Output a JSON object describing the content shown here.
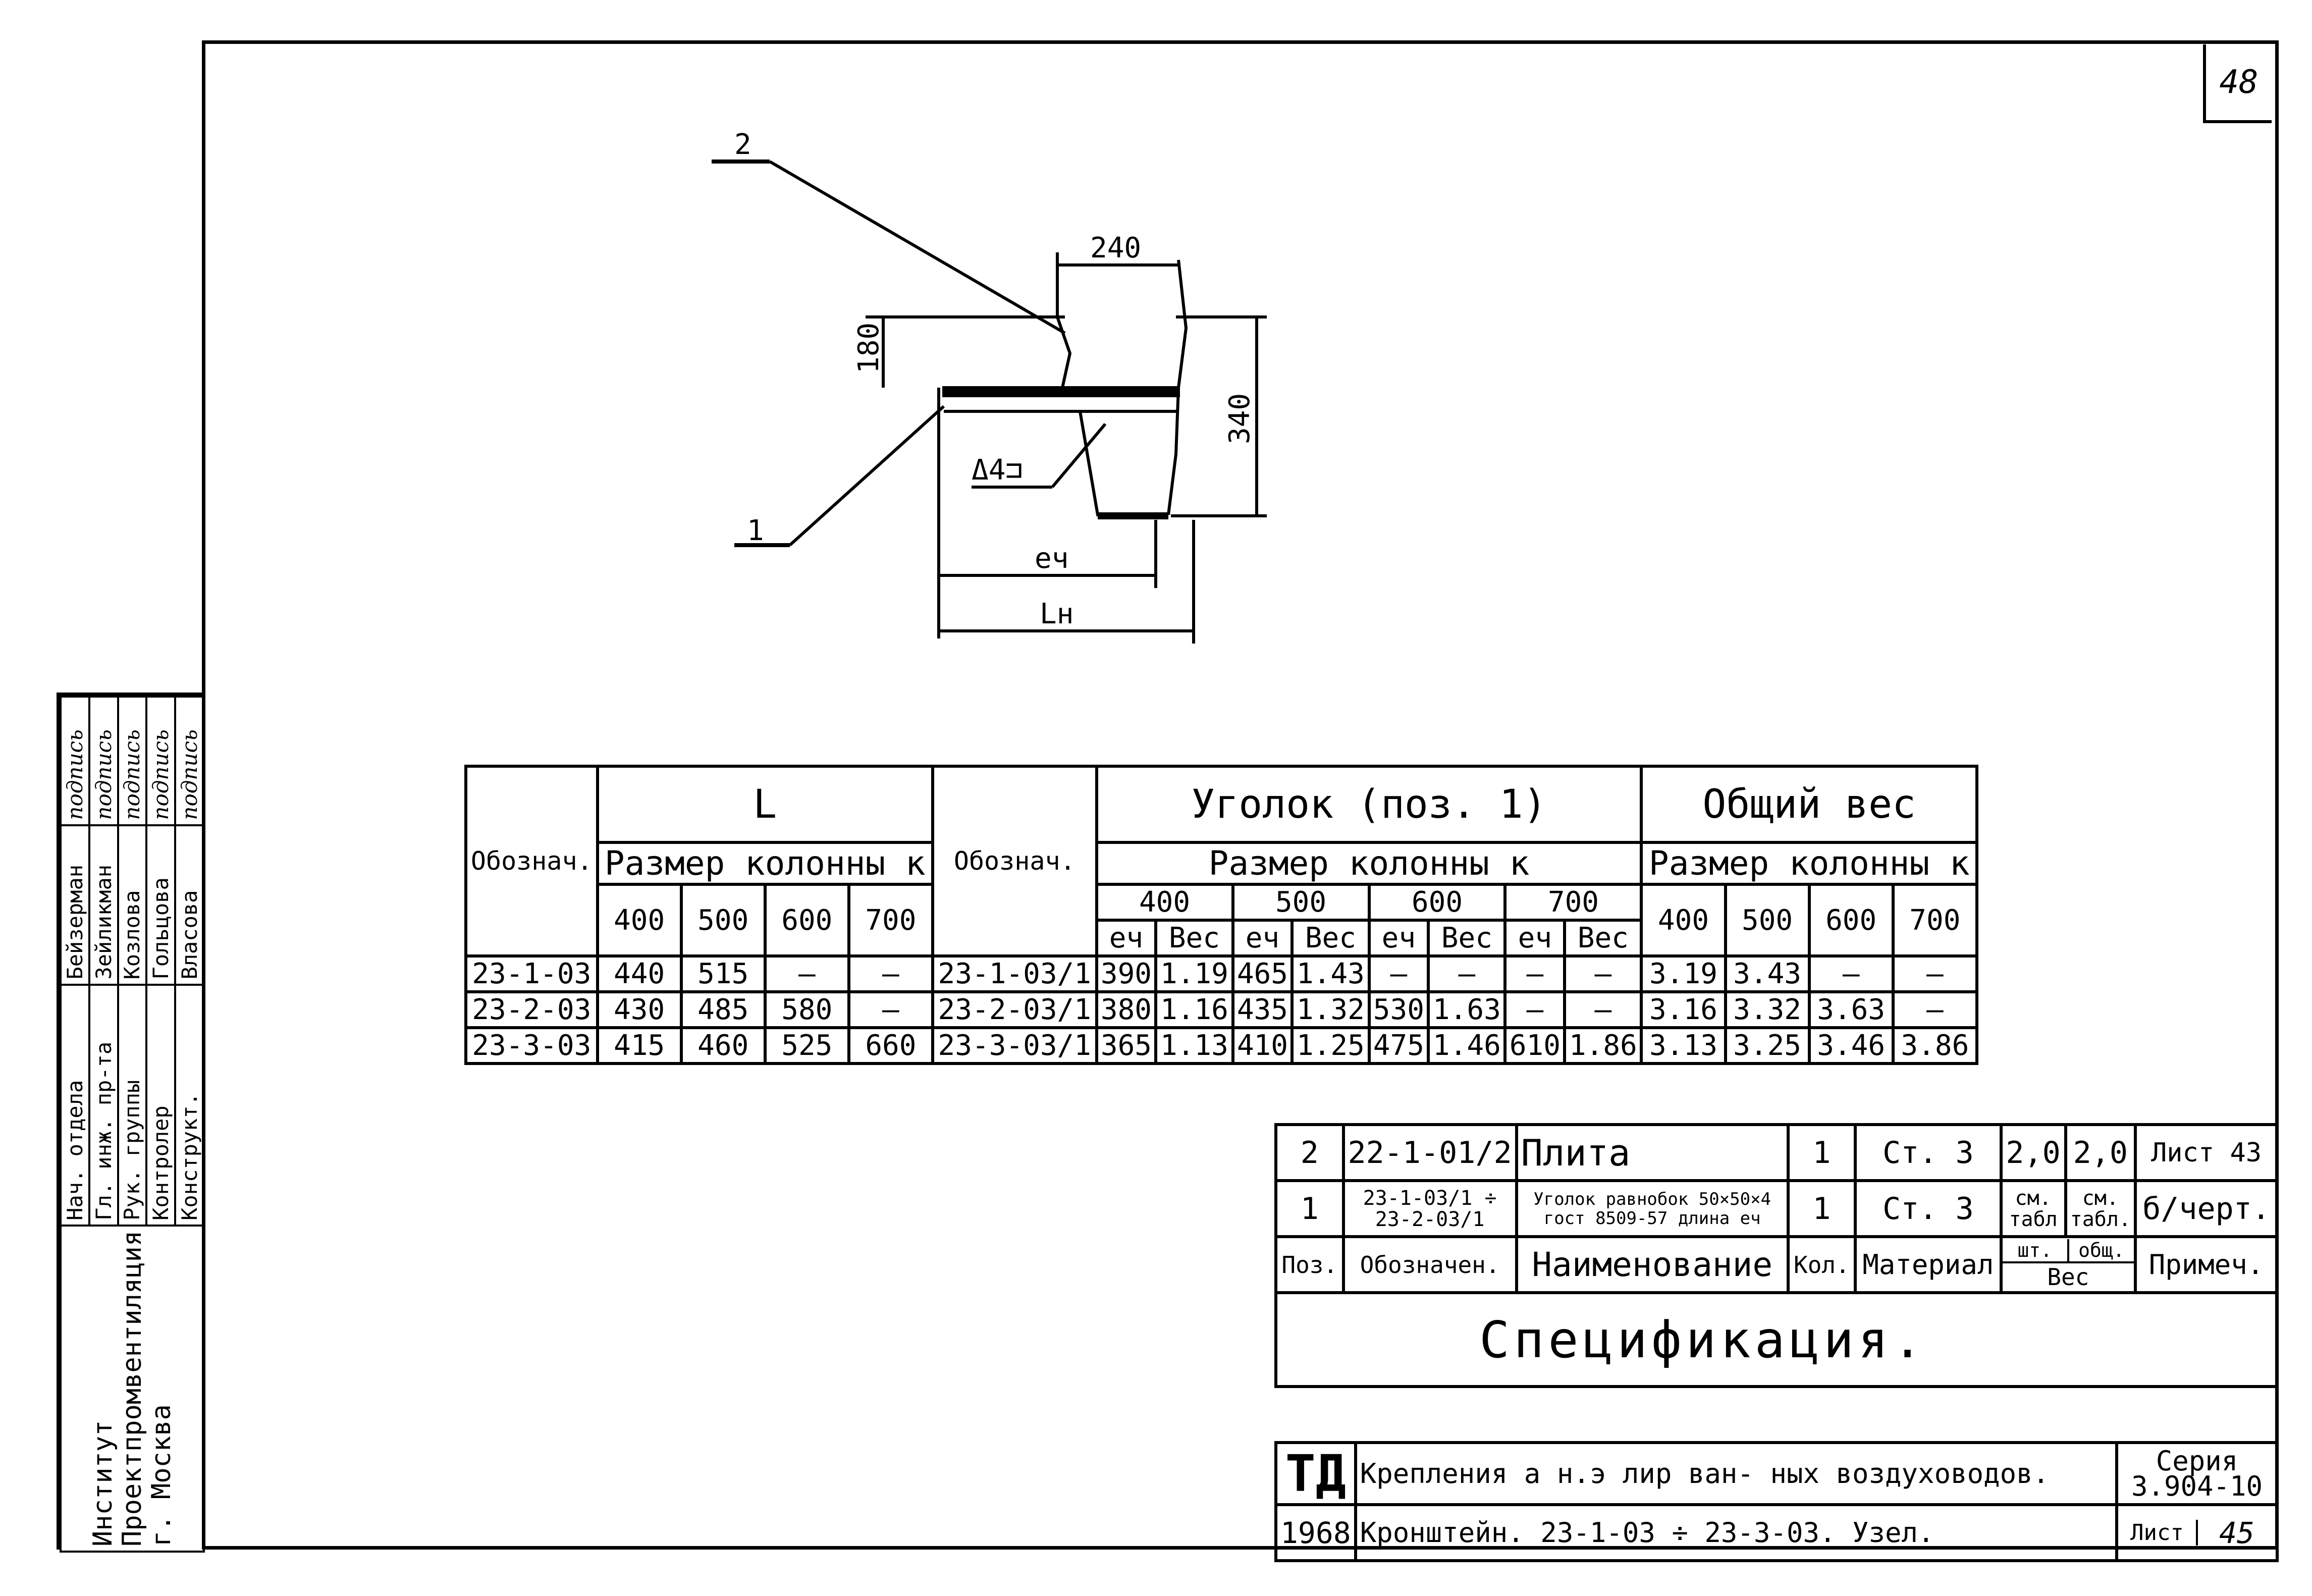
{
  "sheet_number": "48",
  "drawing": {
    "callout_top": "2",
    "callout_bottom": "1",
    "dim_top_width": "240",
    "dim_left_height": "180",
    "dim_right_height": "340",
    "weld_label": "Δ4⊐",
    "dim_ey": "eч",
    "dim_l": "Lн"
  },
  "main_table": {
    "h_designation": "Обознач.",
    "h_L": "L",
    "h_corner": "Уголок (поз. 1)",
    "h_total": "Общий вес",
    "h_col_size": "Размер колонны к",
    "h_col_size_sp": "Размер колонны к",
    "h_col_size_total": "Размер колонны к",
    "h_designation2": "Обознач.",
    "sizes": [
      "400",
      "500",
      "600",
      "700"
    ],
    "sub_ey": "eч",
    "sub_weight": "Вес",
    "rows": [
      {
        "des": "23-1-03",
        "L": [
          "440",
          "515",
          "—",
          "—"
        ],
        "des2": "23-1-03/1",
        "c400": [
          "390",
          "1.19"
        ],
        "c500": [
          "465",
          "1.43"
        ],
        "c600": [
          "—",
          "—"
        ],
        "c700": [
          "—",
          "—"
        ],
        "total": [
          "3.19",
          "3.43",
          "—",
          "—"
        ]
      },
      {
        "des": "23-2-03",
        "L": [
          "430",
          "485",
          "580",
          "—"
        ],
        "des2": "23-2-03/1",
        "c400": [
          "380",
          "1.16"
        ],
        "c500": [
          "435",
          "1.32"
        ],
        "c600": [
          "530",
          "1.63"
        ],
        "c700": [
          "—",
          "—"
        ],
        "total": [
          "3.16",
          "3.32",
          "3.63",
          "—"
        ]
      },
      {
        "des": "23-3-03",
        "L": [
          "415",
          "460",
          "525",
          "660"
        ],
        "des2": "23-3-03/1",
        "c400": [
          "365",
          "1.13"
        ],
        "c500": [
          "410",
          "1.25"
        ],
        "c600": [
          "475",
          "1.46"
        ],
        "c700": [
          "610",
          "1.86"
        ],
        "total": [
          "3.13",
          "3.25",
          "3.46",
          "3.86"
        ]
      }
    ]
  },
  "spec_table": {
    "row2": {
      "pos": "2",
      "des": "22-1-01/2",
      "name": "Плита",
      "qty": "1",
      "material": "Ст. 3",
      "w1": "2,0",
      "w2": "2,0",
      "note": "Лист 43"
    },
    "row1": {
      "pos": "1",
      "des": "23-1-03/1 ÷ 23-2-03/1",
      "name": "Уголок равнобок 50×50×4 гост 8509-57 длина eч",
      "qty": "1",
      "material": "Ст. 3",
      "w1": "см. табл",
      "w2": "см. табл.",
      "note": "б/черт."
    },
    "header": {
      "pos": "Поз.",
      "des": "Обозначен.",
      "name": "Наименование",
      "qty": "Кол.",
      "material": "Материал",
      "w1": "шт.",
      "w2": "общ.",
      "weight": "Вес",
      "note": "Примеч."
    },
    "caption": "Спецификация."
  },
  "title_block": {
    "mark": "ТД",
    "title1": "Крепления а н.э лир ван- ных воздуховодов.",
    "series_label": "Серия",
    "series_value": "3.904-10",
    "year": "1968",
    "title2": "Кронштейн. 23-1-03 ÷ 23-3-03. Узел.",
    "sheet_label": "Лист",
    "sheet_value": "45"
  },
  "stamp": {
    "rows": [
      {
        "role": "Нач. отдела",
        "name": "Бейзерман",
        "sign": "подпись"
      },
      {
        "role": "Гл. инж. пр-та",
        "name": "Зейликман",
        "sign": "подпись"
      },
      {
        "role": "Рук. группы",
        "name": "Козлова",
        "sign": "подпись"
      },
      {
        "role": "Контролер",
        "name": "Гольцова",
        "sign": "подпись"
      },
      {
        "role": "Конструкт.",
        "name": "Власова",
        "sign": "подпись"
      }
    ],
    "org": "Институт Проектпромвентиляция г. Москва"
  }
}
